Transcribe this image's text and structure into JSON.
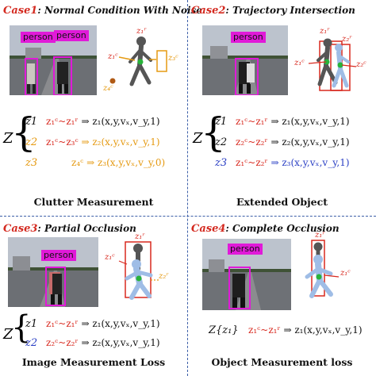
{
  "colors": {
    "red": "#d8281e",
    "orange": "#e59a12",
    "blue": "#2a3fc4",
    "magenta": "#e01ad8"
  },
  "cases": [
    {
      "id": "Case1",
      "name": ": Normal Condition With Noise",
      "caption": "Clutter Measurement",
      "person_labels": [
        "person",
        "person"
      ],
      "z": "Z",
      "z_items": [
        "z1",
        "z2",
        "z3"
      ],
      "equations": [
        {
          "left": "z₁ᶜ~z₁ʳ",
          "right": "⇒ z₁(x,y,vₓ,v_y,1)"
        },
        {
          "left": "z₁ᶜ~z₃ᶜ",
          "right": "⇒ z₂(x,y,vₓ,v_y,1)"
        },
        {
          "left": "z₄ᶜ",
          "right": "⇒ z₃(x,y,vₓ,v_y,0)"
        }
      ],
      "fig_labels": [
        "z₁ʳ",
        "z₁ᶜ",
        "z₃ᶜ",
        "z₄ᶜ"
      ]
    },
    {
      "id": "Case2",
      "name": ": Trajectory Intersection",
      "caption": "Extended Object",
      "person_labels": [
        "person"
      ],
      "z": "Z",
      "z_items": [
        "z1",
        "z2",
        "z3"
      ],
      "equations": [
        {
          "left": "z₁ᶜ~z₁ʳ",
          "right": "⇒ z₁(x,y,vₓ,v_y,1)"
        },
        {
          "left": "z₂ᶜ~z₂ʳ",
          "right": "⇒ z₂(x,y,vₓ,v_y,1)"
        },
        {
          "left": "z₁ᶜ~z₂ʳ",
          "right": "⇒ z₃(x,y,vₓ,v_y,1)"
        }
      ],
      "fig_labels": [
        "z₁ʳ",
        "z₂ʳ",
        "z₁ᶜ",
        "z₂ᶜ"
      ]
    },
    {
      "id": "Case3",
      "name": ": Partial Occlusion",
      "caption": "Image Measurement Loss",
      "person_labels": [
        "person"
      ],
      "z": "Z",
      "z_items": [
        "z1",
        "z2"
      ],
      "equations": [
        {
          "left": "z₁ᶜ~z₁ʳ",
          "right": "⇒ z₁(x,y,vₓ,v_y,1)"
        },
        {
          "left": "z₂ᶜ~z₂ʳ",
          "right": "⇒ z₂(x,y,vₓ,v_y,1)"
        }
      ],
      "fig_labels": [
        "z₁ʳ",
        "z₁ᶜ",
        "z₂ʳ"
      ]
    },
    {
      "id": "Case4",
      "name": ": Complete Occlusion",
      "caption": "Object Measurement loss",
      "person_labels": [
        "person"
      ],
      "z": "Z{z₁}",
      "z_items": [],
      "equations": [
        {
          "left": "z₁ᶜ~z₁ʳ",
          "right": "⇒ z₁(x,y,vₓ,v_y,1)"
        }
      ],
      "fig_labels": [
        "z₁ʳ",
        "z₁ᶜ"
      ]
    }
  ]
}
